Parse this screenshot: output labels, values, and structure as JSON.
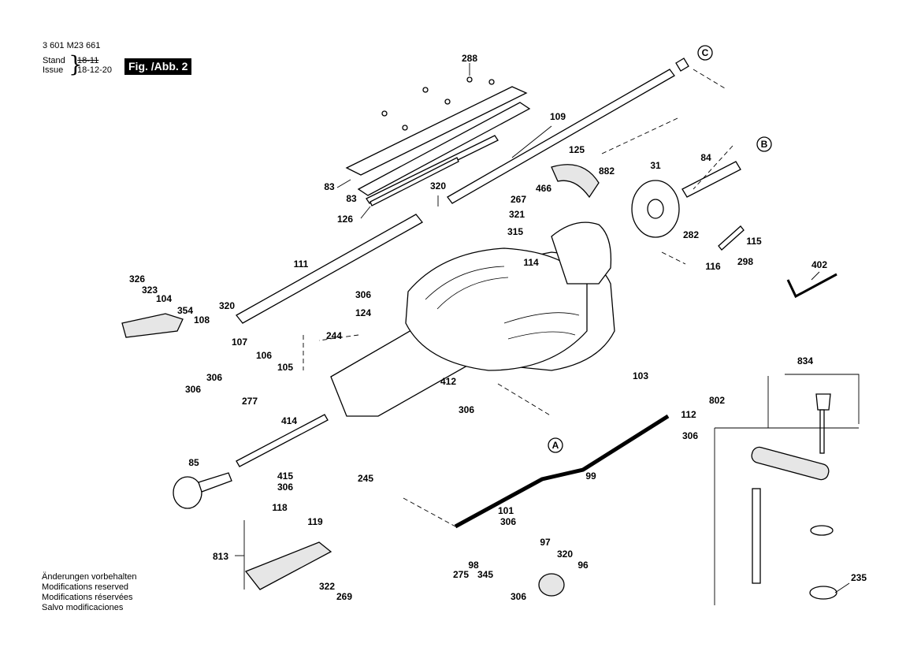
{
  "header": {
    "doc_number": "3 601 M23 661",
    "stand_label": "Stand",
    "stand_value": "18-11",
    "issue_label": "Issue",
    "issue_value": "18-12-20",
    "figure_label": "Fig. /Abb. 2"
  },
  "notes": [
    "Änderungen vorbehalten",
    "Modifications reserved",
    "Modifications réservées",
    "Salvo modificaciones"
  ],
  "reference_letters": [
    "A",
    "B",
    "C"
  ],
  "part_numbers": [
    "288",
    "109",
    "83",
    "83",
    "126",
    "320",
    "125",
    "882",
    "466",
    "31",
    "84",
    "267",
    "321",
    "315",
    "282",
    "115",
    "111",
    "114",
    "116",
    "298",
    "402",
    "326",
    "323",
    "104",
    "354",
    "320",
    "108",
    "306",
    "124",
    "244",
    "107",
    "106",
    "105",
    "306",
    "306",
    "277",
    "412",
    "306",
    "103",
    "802",
    "834",
    "112",
    "306",
    "414",
    "85",
    "415",
    "306",
    "245",
    "99",
    "118",
    "119",
    "813",
    "101",
    "306",
    "97",
    "320",
    "96",
    "98",
    "275",
    "345",
    "306",
    "322",
    "269",
    "235"
  ]
}
